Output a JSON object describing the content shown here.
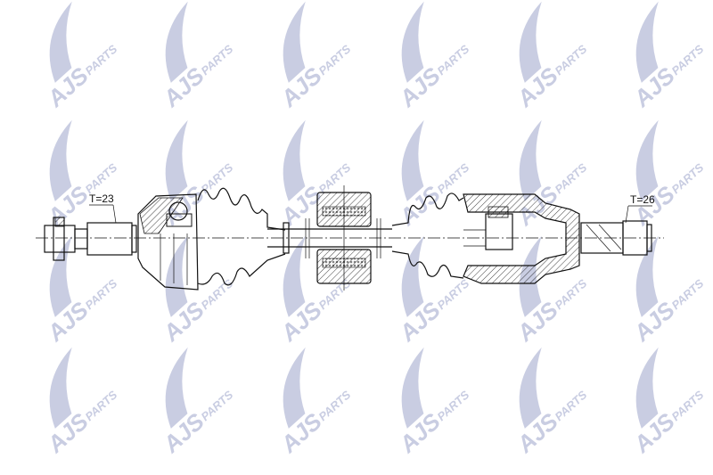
{
  "title": "Drive shaft technical drawing",
  "watermark": {
    "brand": "AJS",
    "sub": "PARTS",
    "color": "#c9cde2",
    "rows": 4,
    "cols": 6
  },
  "labels": {
    "left_spline": "T=23",
    "right_spline": "T=26"
  }
}
